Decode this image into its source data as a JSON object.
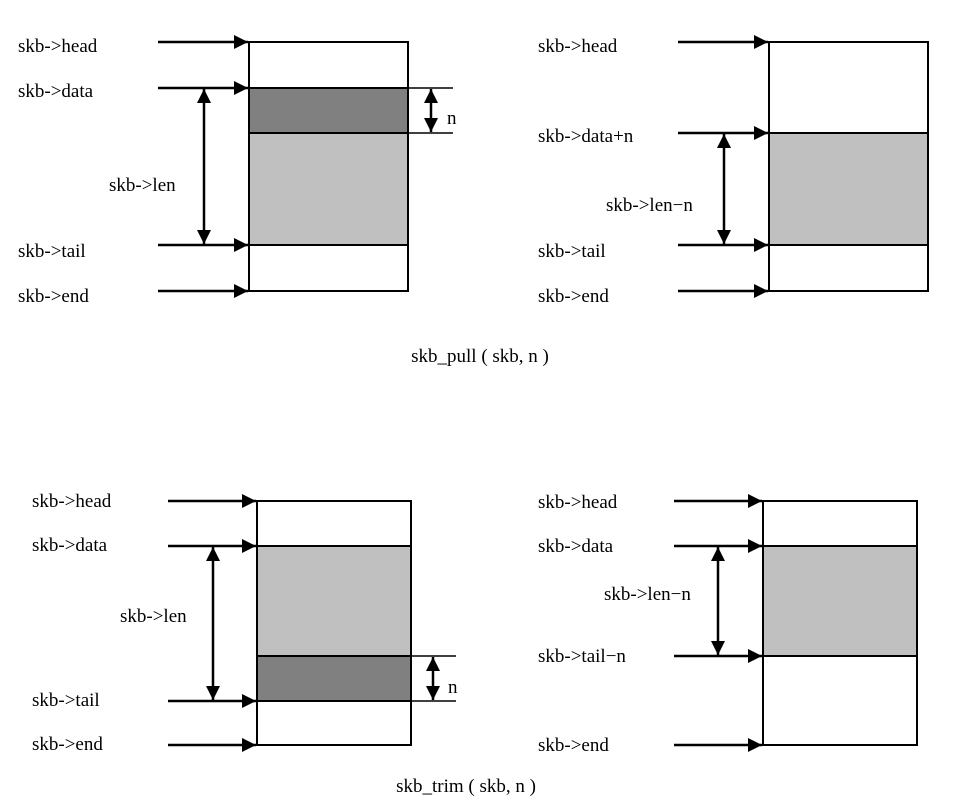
{
  "colors": {
    "line": "#000000",
    "data_region": "#c0c0c0",
    "removed_region": "#808080",
    "background": "#ffffff"
  },
  "pull": {
    "caption": "skb_pull ( skb, n )",
    "before": {
      "labels": {
        "head": "skb->head",
        "data": "skb->data",
        "len": "skb->len",
        "tail": "skb->tail",
        "end": "skb->end",
        "n": "n"
      }
    },
    "after": {
      "labels": {
        "head": "skb->head",
        "data": "skb->data+n",
        "len": "skb->len−n",
        "tail": "skb->tail",
        "end": "skb->end"
      }
    }
  },
  "trim": {
    "caption": "skb_trim ( skb, n )",
    "before": {
      "labels": {
        "head": "skb->head",
        "data": "skb->data",
        "len": "skb->len",
        "tail": "skb->tail",
        "end": "skb->end",
        "n": "n"
      }
    },
    "after": {
      "labels": {
        "head": "skb->head",
        "data": "skb->data",
        "len": "skb->len−n",
        "tail": "skb->tail−n",
        "end": "skb->end"
      }
    }
  }
}
